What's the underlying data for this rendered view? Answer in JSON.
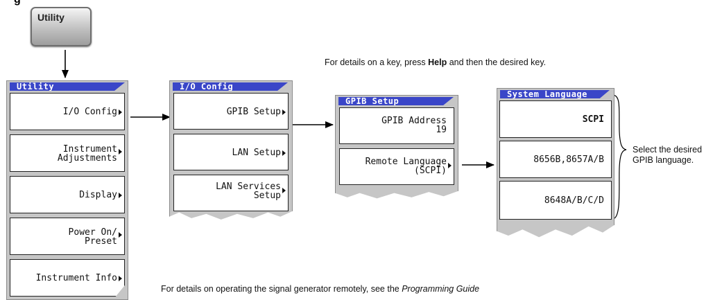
{
  "utility_key": {
    "label": "Utility"
  },
  "top_heading_partial": "g",
  "help_note": {
    "prefix": "For details on a key, press ",
    "help_word": "Help",
    "suffix": " and then the desired key."
  },
  "remote_note": {
    "prefix": "For details on operating the signal generator remotely, see the ",
    "guide": "Programming Guide"
  },
  "gpib_language_note": {
    "line1": "Select the desired",
    "line2": "GPIB language."
  },
  "utility_menu": {
    "title": "Utility",
    "items": [
      {
        "label": "I/O Config"
      },
      {
        "label": "Instrument\nAdjustments"
      },
      {
        "label": "Display"
      },
      {
        "label": "Power On/\nPreset"
      },
      {
        "label": "Instrument Info"
      }
    ]
  },
  "io_config_menu": {
    "title": "I/O Config",
    "items": [
      {
        "label": "GPIB Setup"
      },
      {
        "label": "LAN Setup"
      },
      {
        "label": "LAN Services\nSetup"
      }
    ]
  },
  "gpib_setup_menu": {
    "title": "GPIB Setup",
    "items": [
      {
        "label": "GPIB Address\n19"
      },
      {
        "label": "Remote Language\n(SCPI)"
      }
    ]
  },
  "system_language_menu": {
    "title": "System Language",
    "items": [
      {
        "label": "SCPI"
      },
      {
        "label": "8656B,8657A/B"
      },
      {
        "label": "8648A/B/C/D"
      }
    ]
  }
}
